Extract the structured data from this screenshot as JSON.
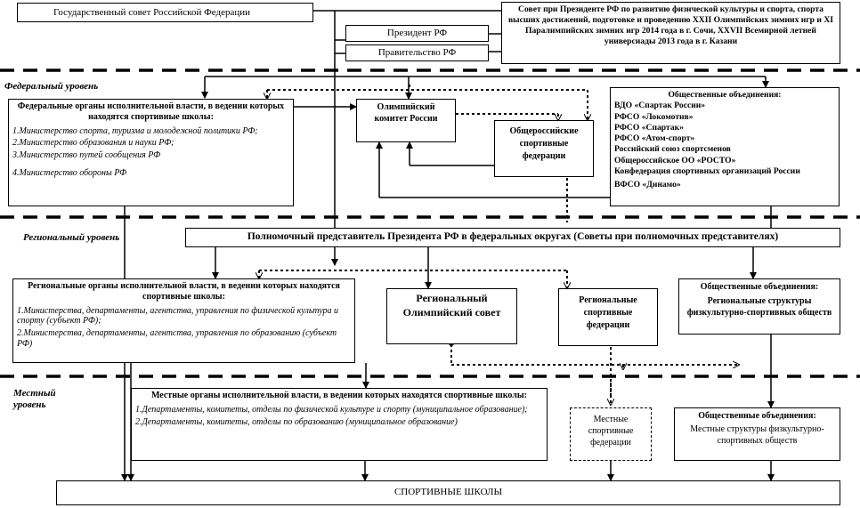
{
  "top": {
    "state_council": "Государственный совет Российской Федерации",
    "president": "Президент РФ",
    "government": "Правительство РФ",
    "council_president": "Совет при Президенте РФ по развитию физической культуры и спорта, спорта высших достижений, подготовке и проведению XXII Олимпийских зимних игр и XI Паралимпийских зимних игр 2014 года в г. Сочи, XXVII Всемирной летней универсиады 2013 года в г. Казани"
  },
  "levels": {
    "federal": "Федеральный уровень",
    "regional": "Региональный уровень",
    "local": "Местный уровень"
  },
  "federal": {
    "organs": {
      "title": "Федеральные органы исполнительной власти, в ведении которых находятся спортивные школы:",
      "items": [
        "1.Министерство спорта, туризма и молодежной политики РФ;",
        "2.Министерство образования и науки РФ;",
        "3.Министерство путей сообщения РФ",
        "4.Министерство обороны РФ"
      ]
    },
    "olympic": "Олимпийский комитет России",
    "sport_fed": "Общероссийские спортивные федерации",
    "public": {
      "title": "Общественные объединения:",
      "items": [
        "ВДО «Спартак России»",
        "РФСО «Локомотив»",
        "РФСО «Спартак»",
        "РФСО «Атом-спорт»",
        "Российский союз спортсменов",
        "Общероссийское ОО «РОСТО»",
        "Конфедерация спортивных организаций России",
        "ВФСО «Динамо»"
      ]
    }
  },
  "regional": {
    "envoy": "Полномочный представитель Президента РФ в федеральных округах (Советы при полномочных представителях)",
    "organs": {
      "title": "Региональные органы исполнительной власти, в ведении которых находятся спортивные школы:",
      "items": [
        "1.Министерства, департаменты, агентства, управления по физической культура и спорту (субъект РФ);",
        "2.Министерства, департаменты, агентства, управления по образованию (субъект РФ)"
      ]
    },
    "olympic": "Региональный Олимпийский совет",
    "sport_fed": "Региональные спортивные федерации",
    "public": {
      "title": "Общественные объединения:",
      "text": "Региональные структуры физкультурно-спортивных обществ"
    }
  },
  "local": {
    "organs": {
      "title": "Местные органы исполнительной власти, в ведении которых находятся спортивные школы:",
      "items": [
        "1.Департаменты, комитеты, отделы по физической культуре и спорту (муниципальное образование);",
        "2.Департаменты, комитеты, отделы по образованию (муниципальное образование)"
      ]
    },
    "sport_fed": "Местные спортивные федерации",
    "public": {
      "title": "Общественные объединения:",
      "text": "Местные структуры физкультурно-спортивных обществ"
    }
  },
  "schools": "СПОРТИВНЫЕ ШКОЛЫ"
}
